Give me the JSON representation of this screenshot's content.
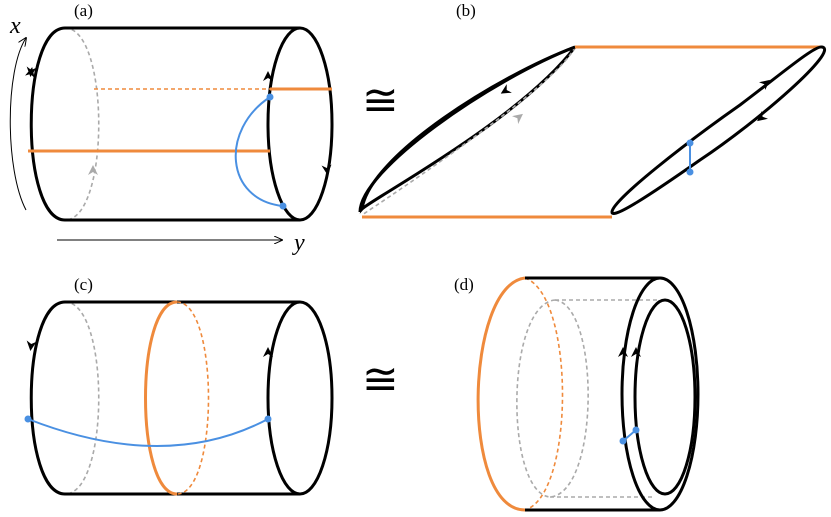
{
  "panels": [
    {
      "label": "(a)",
      "axis_x": "x",
      "axis_y": "y"
    },
    {
      "label": "(b)"
    },
    {
      "label": "(c)"
    },
    {
      "label": "(d)"
    }
  ],
  "relation_symbol": "≅",
  "colors": {
    "edge": "#000000",
    "hidden": "#aaaaaa",
    "orange": "#ef8a3c",
    "blue": "#4a90e2"
  }
}
